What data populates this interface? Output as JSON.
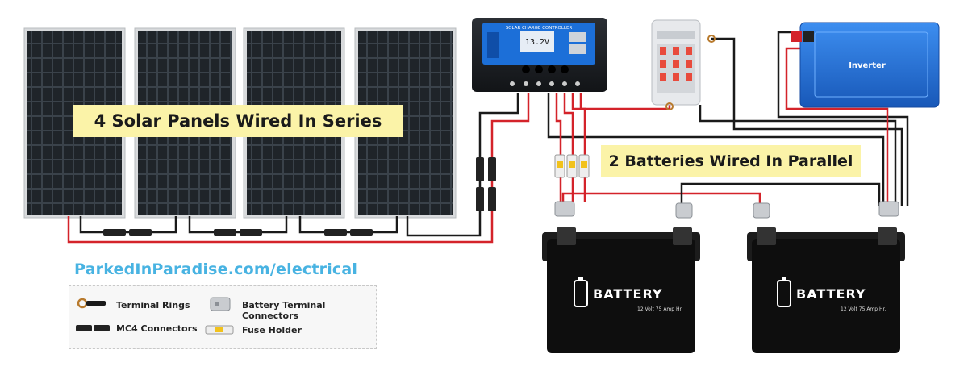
{
  "series_label": "4 Solar Panels Wired In Series",
  "parallel_label": "2 Batteries Wired In Parallel",
  "website": "ParkedInParadise.com/electrical",
  "legend": {
    "terminal_rings": "Terminal Rings",
    "mc4_connectors": "MC4 Connectors",
    "battery_terminal_connectors": "Battery Terminal Connectors",
    "fuse_holder": "Fuse Holder"
  },
  "controller": {
    "title": "SOLAR CHARGE CONTROLLER",
    "display": "13.2V"
  },
  "inverter": {
    "label": "Inverter"
  },
  "battery": {
    "brand": "BATTERY",
    "spec": "12 Volt 75 Amp Hr."
  },
  "colors": {
    "wire_red": "#d4232a",
    "wire_black": "#1a1a1a",
    "panel_dark": "#1f2429",
    "label_bg": "#fbf3a8",
    "website_blue": "#48b3e2",
    "inverter_blue": "#1f6fd1"
  }
}
